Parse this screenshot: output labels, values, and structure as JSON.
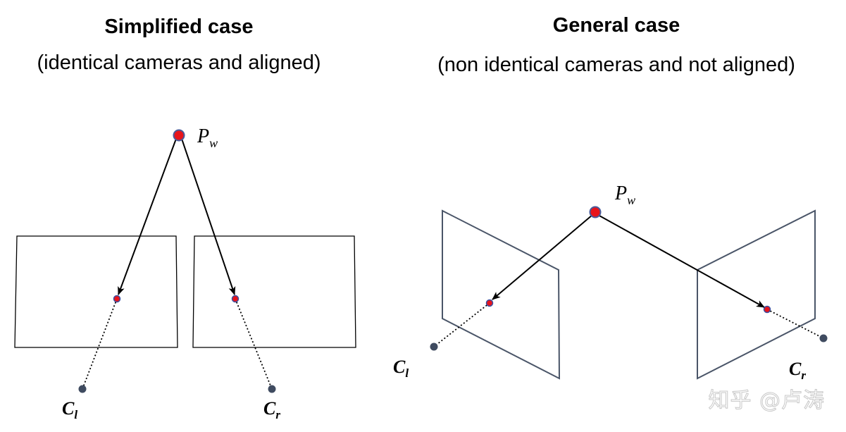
{
  "simplified": {
    "title": "Simplified case",
    "subtitle": "(identical cameras and aligned)",
    "point_label": "P",
    "point_sub": "w",
    "left_center_label": "C",
    "left_center_sub": "l",
    "right_center_label": "C",
    "right_center_sub": "r"
  },
  "general": {
    "title": "General case",
    "subtitle": "(non identical cameras and not aligned)",
    "point_label": "P",
    "point_sub": "w",
    "left_center_label": "C",
    "left_center_sub": "l",
    "right_center_label": "C",
    "right_center_sub": "r"
  },
  "watermark": "知乎 @卢涛",
  "colors": {
    "world_point_fill": "#e8141b",
    "world_point_stroke": "#4a5a9a",
    "image_point_fill": "#e8141b",
    "image_point_stroke": "#3d4fa0",
    "camera_center": "#3f4b60",
    "general_plane": "#4a5568",
    "simplified_plane": "#000000",
    "ray": "#000000"
  }
}
